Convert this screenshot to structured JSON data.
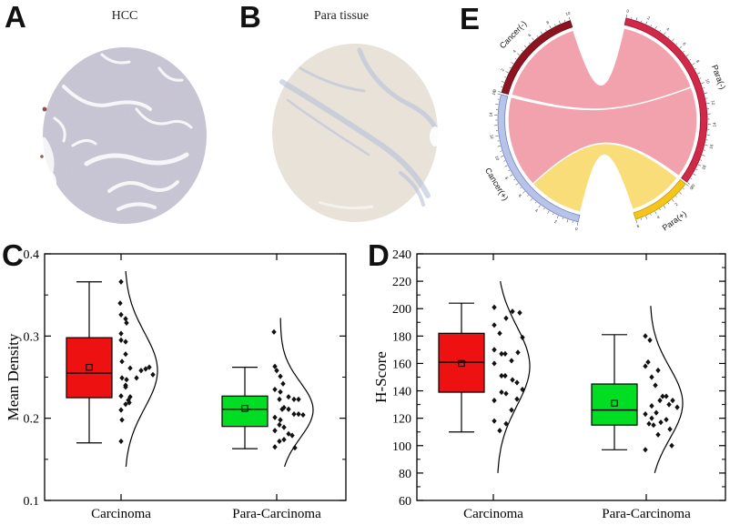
{
  "panels": {
    "a": {
      "letter": "A",
      "title": "HCC"
    },
    "b": {
      "letter": "B",
      "title": "Para tissue"
    },
    "c": {
      "letter": "C"
    },
    "d": {
      "letter": "D"
    },
    "e": {
      "letter": "E"
    }
  },
  "chart_data": [
    {
      "id": "mean_density",
      "type": "box",
      "ylabel": "Mean Density",
      "ylim": [
        0.1,
        0.4
      ],
      "yticks": [
        0.1,
        0.2,
        0.3,
        0.4
      ],
      "ytick_labels": [
        "0.1",
        "0.2",
        "0.3",
        "0.4"
      ],
      "yticks_minor": [
        0.15,
        0.25,
        0.35
      ],
      "categories": [
        "Carcinoma",
        "Para-Carcinoma"
      ],
      "groups": [
        {
          "name": "Carcinoma",
          "box_color": "#ee1111",
          "stats": {
            "whisker_low": 0.17,
            "q1": 0.225,
            "median": 0.255,
            "mean": 0.262,
            "q3": 0.298,
            "whisker_high": 0.366
          },
          "curve": {
            "center": 0.258,
            "sigma": 0.046,
            "top": 0.379,
            "bottom": 0.141
          },
          "points": [
            [
              0,
              0.366
            ],
            [
              -1,
              0.34
            ],
            [
              0,
              0.326
            ],
            [
              5,
              0.321
            ],
            [
              6,
              0.316
            ],
            [
              0,
              0.303
            ],
            [
              0,
              0.295
            ],
            [
              5,
              0.293
            ],
            [
              5,
              0.278
            ],
            [
              1,
              0.269
            ],
            [
              10,
              0.261
            ],
            [
              22,
              0.258
            ],
            [
              27,
              0.26
            ],
            [
              31,
              0.262
            ],
            [
              35,
              0.253
            ],
            [
              17,
              0.249
            ],
            [
              1,
              0.249
            ],
            [
              6,
              0.247
            ],
            [
              5,
              0.24
            ],
            [
              5,
              0.238
            ],
            [
              0,
              0.227
            ],
            [
              10,
              0.226
            ],
            [
              8,
              0.222
            ],
            [
              9,
              0.219
            ],
            [
              5,
              0.217
            ],
            [
              0,
              0.21
            ],
            [
              1,
              0.198
            ],
            [
              0,
              0.172
            ]
          ]
        },
        {
          "name": "Para-Carcinoma",
          "box_color": "#00dd22",
          "stats": {
            "whisker_low": 0.163,
            "q1": 0.19,
            "median": 0.211,
            "mean": 0.212,
            "q3": 0.227,
            "whisker_high": 0.262
          },
          "curve": {
            "center": 0.21,
            "sigma": 0.034,
            "top": 0.322,
            "bottom": 0.141
          },
          "points": [
            [
              -3,
              0.305
            ],
            [
              -2,
              0.263
            ],
            [
              0,
              0.258
            ],
            [
              4,
              0.251
            ],
            [
              7,
              0.242
            ],
            [
              -2,
              0.235
            ],
            [
              4,
              0.232
            ],
            [
              13,
              0.226
            ],
            [
              19,
              0.223
            ],
            [
              24,
              0.223
            ],
            [
              3,
              0.223
            ],
            [
              8,
              0.213
            ],
            [
              13,
              0.211
            ],
            [
              6,
              0.211
            ],
            [
              19,
              0.205
            ],
            [
              24,
              0.205
            ],
            [
              29,
              0.204
            ],
            [
              -2,
              0.201
            ],
            [
              4,
              0.198
            ],
            [
              3,
              0.192
            ],
            [
              8,
              0.189
            ],
            [
              -2,
              0.185
            ],
            [
              13,
              0.181
            ],
            [
              17,
              0.179
            ],
            [
              8,
              0.174
            ],
            [
              3,
              0.172
            ],
            [
              -2,
              0.165
            ],
            [
              20,
              0.164
            ]
          ]
        }
      ]
    },
    {
      "id": "h_score",
      "type": "box",
      "ylabel": "H-Score",
      "ylim": [
        60,
        240
      ],
      "yticks": [
        60,
        80,
        100,
        120,
        140,
        160,
        180,
        200,
        220,
        240
      ],
      "ytick_labels": [
        "60",
        "80",
        "100",
        "120",
        "140",
        "160",
        "180",
        "200",
        "220",
        "240"
      ],
      "yticks_minor": [
        70,
        90,
        110,
        130,
        150,
        170,
        190,
        210,
        230
      ],
      "categories": [
        "Carcinoma",
        "Para-Carcinoma"
      ],
      "groups": [
        {
          "name": "Carcinoma",
          "box_color": "#ee1111",
          "stats": {
            "whisker_low": 110,
            "q1": 139,
            "median": 161,
            "mean": 160,
            "q3": 182,
            "whisker_high": 204
          },
          "curve": {
            "center": 158,
            "sigma": 29,
            "top": 220,
            "bottom": 80
          },
          "points": [
            [
              1,
              201
            ],
            [
              21,
              198
            ],
            [
              29,
              197
            ],
            [
              14,
              193
            ],
            [
              1,
              188
            ],
            [
              7,
              182
            ],
            [
              32,
              179
            ],
            [
              1,
              170
            ],
            [
              9,
              167
            ],
            [
              13,
              167
            ],
            [
              27,
              168
            ],
            [
              20,
              162
            ],
            [
              1,
              160
            ],
            [
              9,
              151
            ],
            [
              13,
              151
            ],
            [
              21,
              148
            ],
            [
              26,
              146
            ],
            [
              32,
              141
            ],
            [
              9,
              139
            ],
            [
              14,
              138
            ],
            [
              1,
              133
            ],
            [
              26,
              134
            ],
            [
              20,
              126
            ],
            [
              1,
              118
            ],
            [
              14,
              116
            ],
            [
              7,
              111
            ]
          ]
        },
        {
          "name": "Para-Carcinoma",
          "box_color": "#00dd22",
          "stats": {
            "whisker_low": 97,
            "q1": 115,
            "median": 126,
            "mean": 131,
            "q3": 145,
            "whisker_high": 181
          },
          "curve": {
            "center": 131,
            "sigma": 26,
            "top": 202,
            "bottom": 80
          },
          "points": [
            [
              -1,
              180
            ],
            [
              4,
              177
            ],
            [
              2,
              161
            ],
            [
              -1,
              158
            ],
            [
              13,
              155
            ],
            [
              6,
              150
            ],
            [
              10,
              144
            ],
            [
              18,
              136
            ],
            [
              22,
              136
            ],
            [
              15,
              133
            ],
            [
              29,
              133
            ],
            [
              25,
              130
            ],
            [
              6,
              129
            ],
            [
              34,
              128
            ],
            [
              -1,
              123
            ],
            [
              11,
              124
            ],
            [
              6,
              120
            ],
            [
              3,
              116
            ],
            [
              16,
              117
            ],
            [
              22,
              119
            ],
            [
              8,
              115
            ],
            [
              26,
              112
            ],
            [
              13,
              108
            ],
            [
              28,
              100
            ],
            [
              -1,
              97
            ]
          ]
        }
      ]
    },
    {
      "id": "ihc_chord",
      "type": "chord",
      "tick_label_step": 2,
      "sectors": [
        {
          "name": "Para(-)",
          "size": 20,
          "color": "#d1294a",
          "edge": "#9c1430"
        },
        {
          "name": "Para(+)",
          "size": 6,
          "color": "#f6c51c",
          "edge": "#c79a08"
        },
        {
          "name": "Cancer(+)",
          "size": 16,
          "color": "#b8c3e8",
          "edge": "#7184c6"
        },
        {
          "name": "Cancer(-)",
          "size": 10,
          "color": "#8e1320",
          "edge": "#5f0c15"
        }
      ],
      "ribbons": [
        {
          "source": "Cancer(-)",
          "source_range": [
            0,
            10
          ],
          "target": "Para(-)",
          "target_range": [
            0,
            10
          ],
          "color": "#f2a2ad"
        },
        {
          "source": "Cancer(+)",
          "source_range": [
            6,
            16
          ],
          "target": "Para(-)",
          "target_range": [
            10,
            20
          ],
          "color": "#f2a2ad"
        },
        {
          "source": "Cancer(+)",
          "source_range": [
            0,
            6
          ],
          "target": "Para(+)",
          "target_range": [
            0,
            6
          ],
          "color": "#f8dd78"
        }
      ]
    }
  ]
}
